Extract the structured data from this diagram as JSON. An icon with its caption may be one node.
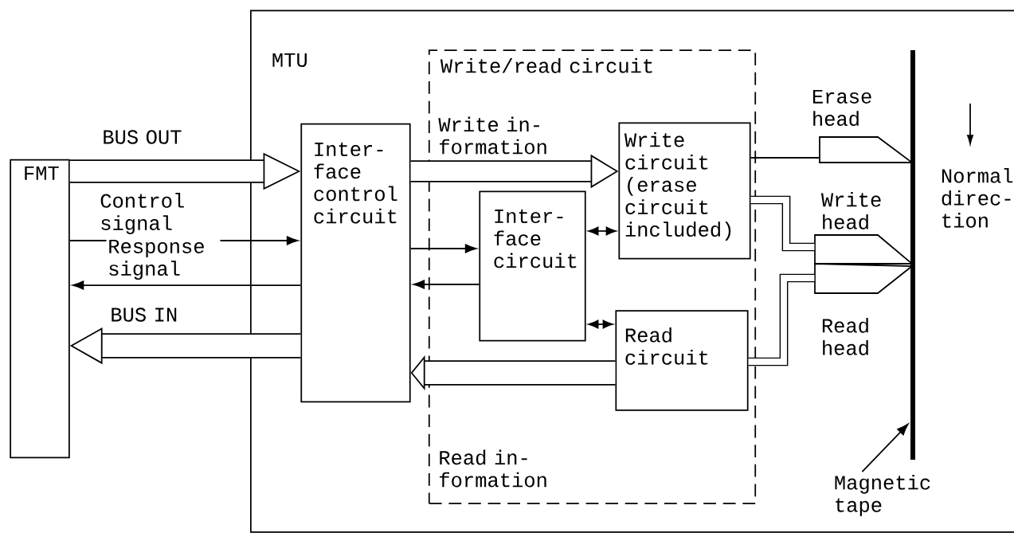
{
  "diagram": {
    "nodes": [
      {
        "text": [
          "FMT"
        ]
      },
      {
        "text": [
          "MTU"
        ]
      },
      {
        "text": [
          "Write/read circuit"
        ],
        "in": 1
      },
      {
        "text": [
          "Inter- face control circuit"
        ],
        "in": 1
      },
      {
        "text": [
          "Write circuit (erase circuit included)"
        ],
        "in": 2
      },
      {
        "text": [
          "Inter- face circuit"
        ],
        "in": 2
      },
      {
        "text": [
          "Read circuit"
        ],
        "in": 2
      },
      {
        "text": [
          "Erase head"
        ],
        "in": 1
      },
      {
        "text": [
          "Write head"
        ],
        "in": 1
      },
      {
        "text": [
          "Read head"
        ],
        "in": 1
      },
      {
        "text": [],
        "shape": "bar",
        "in": 1
      },
      {
        "text": [
          "Magnetic tape"
        ],
        "in": 1
      }
    ],
    "edges": [
      {
        "from": 0,
        "to": 3,
        "arrow": "to",
        "label": "BUS OUT",
        "style": "thick"
      },
      {
        "from": 0,
        "to": 3,
        "arrow": "to",
        "label": "Control signal"
      },
      {
        "from": 3,
        "to": 0,
        "arrow": "to",
        "label": "Response signal"
      },
      {
        "from": 3,
        "to": 0,
        "arrow": "to",
        "label": "BUS IN",
        "style": "thick"
      },
      {
        "from": 3,
        "to": 4,
        "arrow": "to",
        "label": "Write in- formation",
        "style": "thick"
      },
      {
        "from": 3,
        "to": 5,
        "arrow": "to"
      },
      {
        "from": 5,
        "to": 3,
        "arrow": "to"
      },
      {
        "from": 5,
        "to": 4,
        "arrow": "both"
      },
      {
        "from": 5,
        "to": 6,
        "arrow": "both"
      },
      {
        "from": 6,
        "to": 3,
        "arrow": "to",
        "label": "Read in- formation",
        "style": "thick"
      },
      {
        "from": 4,
        "to": 7,
        "arrow": "none"
      },
      {
        "from": 4,
        "to": 8,
        "arrow": "none",
        "style": "thick"
      },
      {
        "from": 6,
        "to": 9,
        "arrow": "none",
        "style": "thick"
      },
      {
        "from": 11,
        "to": 10,
        "arrow": "to"
      }
    ],
    "labels": [
      "Normal direc- tion"
    ]
  }
}
